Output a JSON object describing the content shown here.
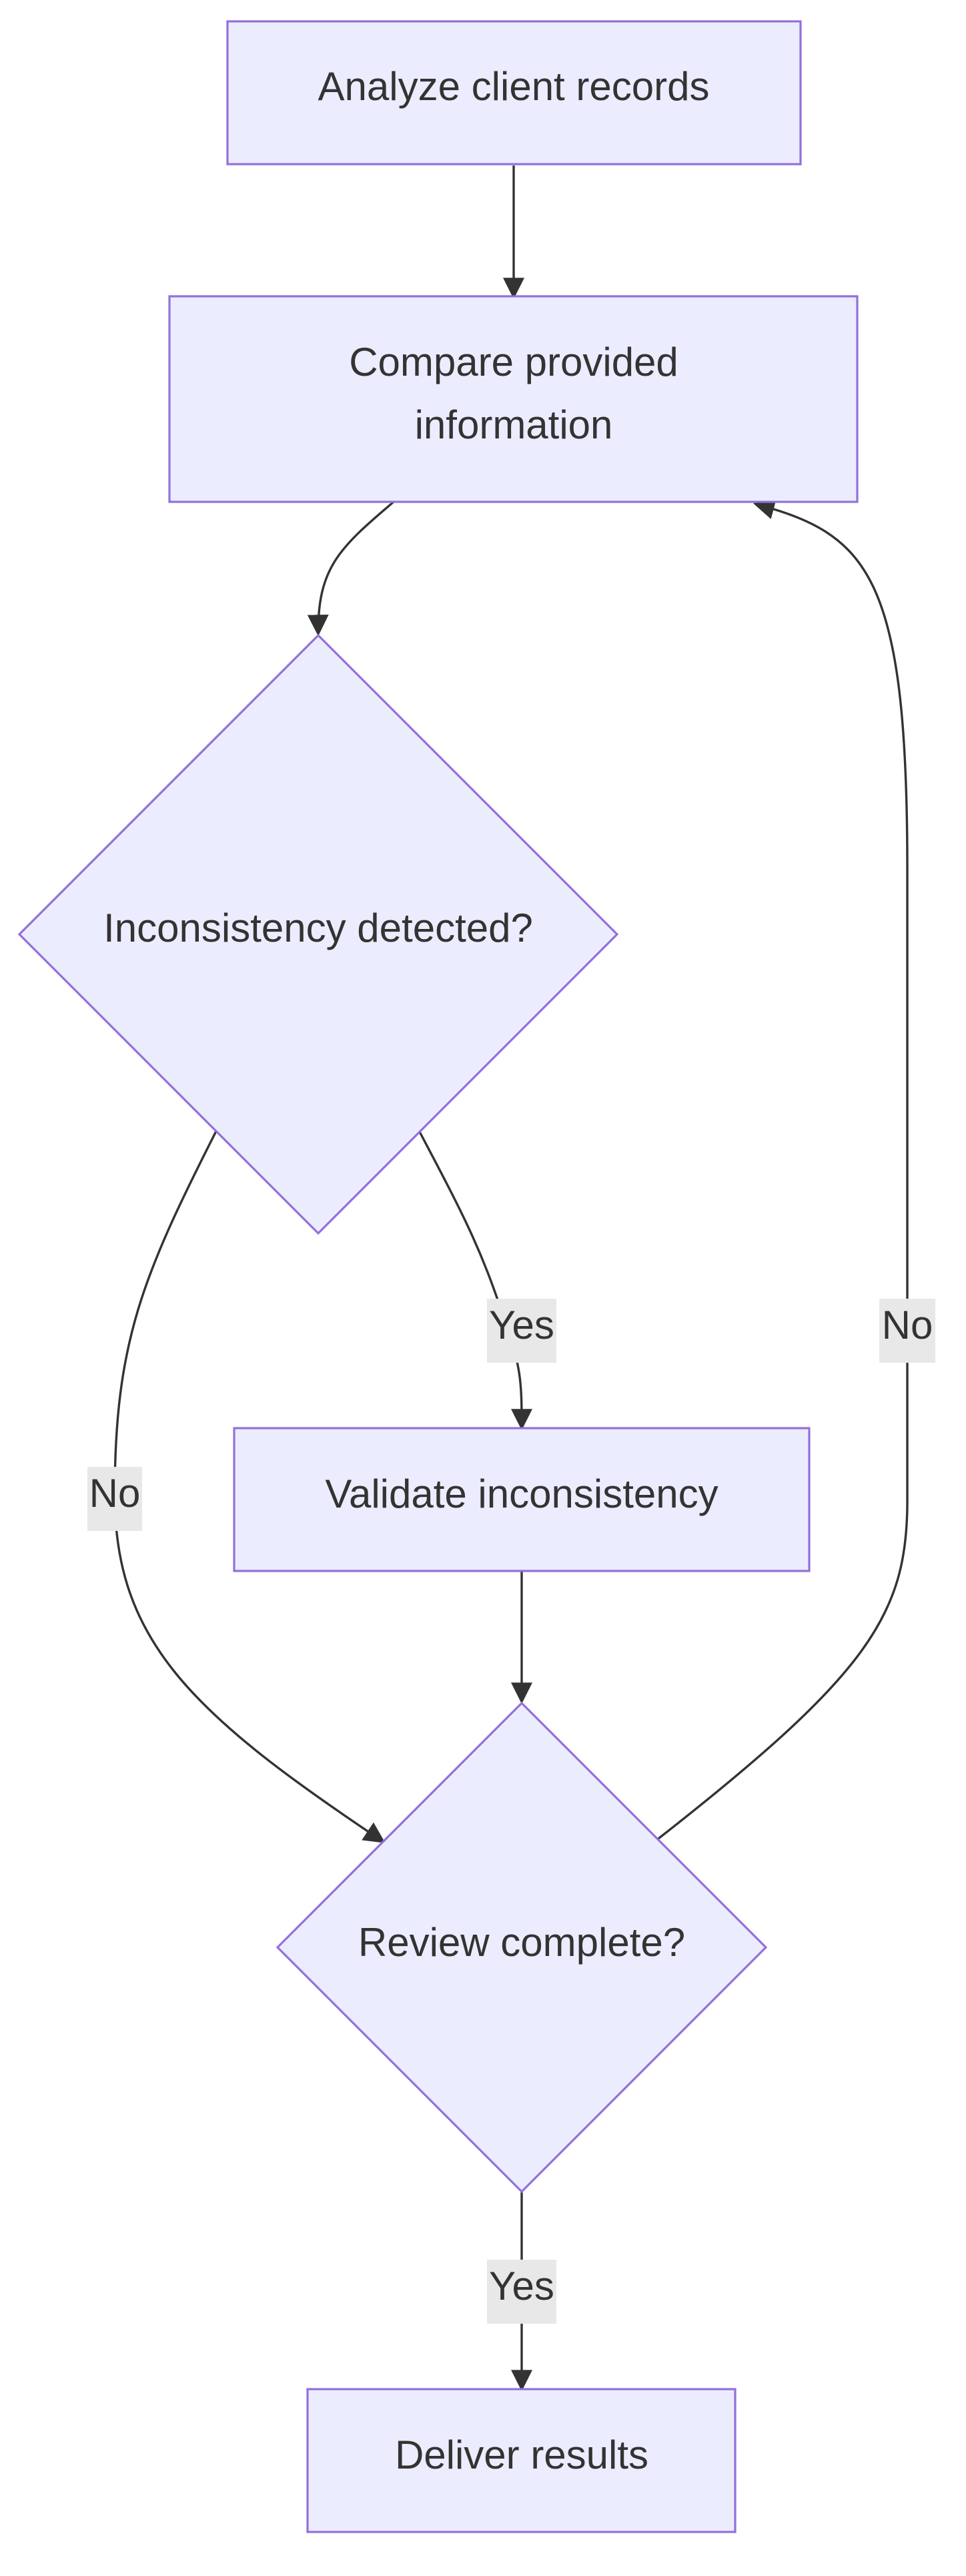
{
  "diagram": {
    "nodes": {
      "analyze": {
        "label": "Analyze client records"
      },
      "compare": {
        "label_line1": "Compare provided",
        "label_line2": "information"
      },
      "inconsistency": {
        "label": "Inconsistency detected?"
      },
      "validate": {
        "label": "Validate inconsistency"
      },
      "review": {
        "label": "Review complete?"
      },
      "deliver": {
        "label": "Deliver results"
      }
    },
    "edge_labels": {
      "inconsistency_yes": "Yes",
      "inconsistency_no": "No",
      "review_no": "No",
      "review_yes": "Yes"
    },
    "colors": {
      "node_fill": "#ececff",
      "node_stroke": "#9370db",
      "edge": "#333333",
      "label_bg": "#e8e8e8",
      "text": "#333333"
    }
  }
}
